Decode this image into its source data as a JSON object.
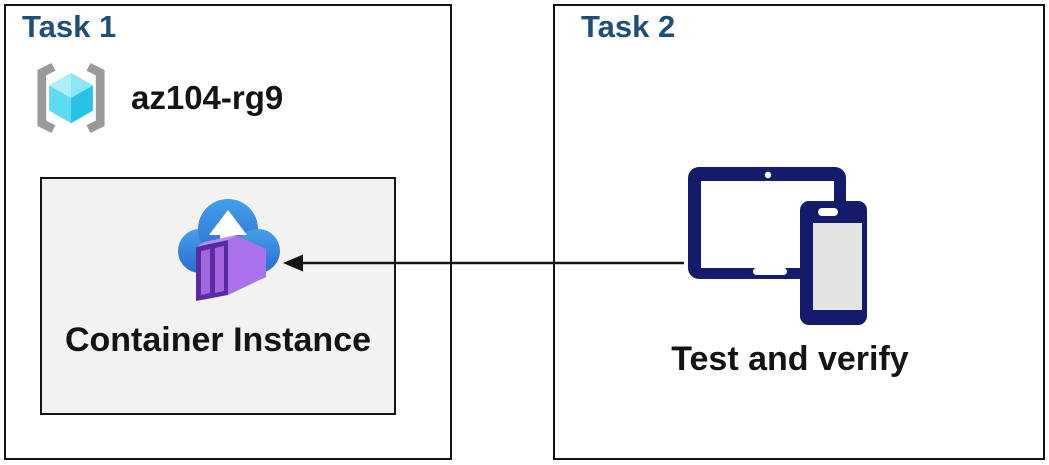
{
  "task1": {
    "title": "Task 1",
    "resource_group_label": "az104-rg9",
    "container_label": "Container Instance"
  },
  "task2": {
    "title": "Task 2",
    "devices_label": "Test and verify"
  },
  "arrow": {
    "from": "task2-devices",
    "to": "task1-container-instance",
    "direction": "right-to-left"
  },
  "icons": {
    "resource_group": "resource-group-icon",
    "container_instance": "container-instance-icon",
    "devices": "tablet-phone-icon"
  },
  "colors": {
    "title_color": "#1F4E79",
    "text_color": "#141414",
    "border_color": "#141414",
    "inner_box_bg": "#F2F2F2",
    "navy": "#151B6B",
    "cloud_top": "#44A0EA",
    "cloud_bottom": "#2B6CD0",
    "purple_dark": "#5B2B9E",
    "purple_panel": "#A266DF",
    "purple_light": "#A873E9",
    "cube_tl": "#ADEFF9",
    "cube_br": "#27C3E5",
    "bracket_gray": "#9A9A9A",
    "phone_screen": "#E4E4E4"
  }
}
